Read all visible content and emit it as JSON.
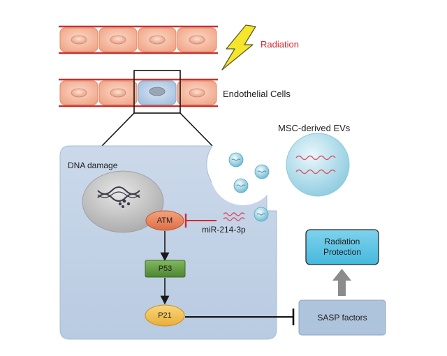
{
  "labels": {
    "radiation": "Radiation",
    "endothelial_cells": "Endothelial Cells",
    "msc_evs": "MSC-derived EVs",
    "dna_damage": "DNA damage",
    "atm": "ATM",
    "mirna": "miR-214-3p",
    "p53": "P53",
    "p21": "P21",
    "radiation_protection_line1": "Radiation",
    "radiation_protection_line2": "Protection",
    "sasp": "SASP factors"
  },
  "colors": {
    "radiation_text": "#d8262b",
    "cell_fill": "#f6b79c",
    "cell_border": "#c9302c",
    "irradiated_cell": "#b9cfe6",
    "cell_panel": "#c6d6e9",
    "ev_sphere": "#9fd5e6",
    "rna_strand": "#d9536a",
    "atm_node": "#ec8a60",
    "p53_node": "#5f9a45",
    "p21_node": "#f3c25a",
    "protection_box": "#5bc6e6",
    "sasp_box": "#aec3dc",
    "lightning": "#f5e62c"
  }
}
